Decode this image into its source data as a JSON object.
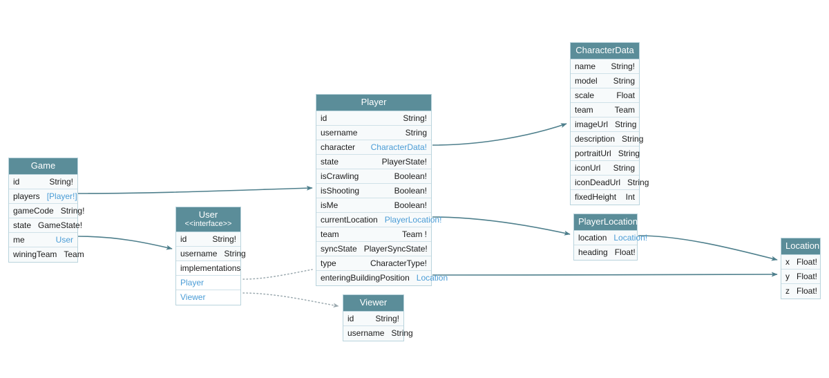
{
  "diagram": {
    "title": "GraphQL Schema Entity Diagram",
    "colors": {
      "header_bg": "#5b8d99",
      "header_text": "#ffffff",
      "row_bg": "#f7fafb",
      "border": "#b9d3dc",
      "link_text": "#4a9cd6",
      "edge_stroke": "#4e7f8c",
      "canvas_bg": "#ffffff"
    },
    "entities": [
      {
        "id": "game",
        "name": "Game",
        "stereotype": "",
        "fields": [
          {
            "name": "id",
            "type": "String!",
            "link": false
          },
          {
            "name": "players",
            "type": "[Player!]",
            "link": true
          },
          {
            "name": "gameCode",
            "type": "String!",
            "link": false
          },
          {
            "name": "state",
            "type": "GameState!",
            "link": false
          },
          {
            "name": "me",
            "type": "User",
            "link": true
          },
          {
            "name": "winingTeam",
            "type": "Team",
            "link": false
          }
        ]
      },
      {
        "id": "user",
        "name": "User",
        "stereotype": "<<interface>>",
        "fields": [
          {
            "name": "id",
            "type": "String!",
            "link": false
          },
          {
            "name": "username",
            "type": "String",
            "link": false
          }
        ],
        "implementations_label": "implementations",
        "implementations": [
          {
            "name": "Player"
          },
          {
            "name": "Viewer"
          }
        ]
      },
      {
        "id": "player",
        "name": "Player",
        "stereotype": "",
        "fields": [
          {
            "name": "id",
            "type": "String!",
            "link": false
          },
          {
            "name": "username",
            "type": "String",
            "link": false
          },
          {
            "name": "character",
            "type": "CharacterData!",
            "link": true
          },
          {
            "name": "state",
            "type": "PlayerState!",
            "link": false
          },
          {
            "name": "isCrawling",
            "type": "Boolean!",
            "link": false
          },
          {
            "name": "isShooting",
            "type": "Boolean!",
            "link": false
          },
          {
            "name": "isMe",
            "type": "Boolean!",
            "link": false
          },
          {
            "name": "currentLocation",
            "type": "PlayerLocation!",
            "link": true
          },
          {
            "name": "team",
            "type": "Team !",
            "link": false
          },
          {
            "name": "syncState",
            "type": "PlayerSyncState!",
            "link": false
          },
          {
            "name": "type",
            "type": "CharacterType!",
            "link": false
          },
          {
            "name": "enteringBuildingPosition",
            "type": "Location",
            "link": true
          }
        ]
      },
      {
        "id": "viewer",
        "name": "Viewer",
        "stereotype": "",
        "fields": [
          {
            "name": "id",
            "type": "String!",
            "link": false
          },
          {
            "name": "username",
            "type": "String",
            "link": false
          }
        ]
      },
      {
        "id": "characterdata",
        "name": "CharacterData",
        "stereotype": "",
        "fields": [
          {
            "name": "name",
            "type": "String!",
            "link": false
          },
          {
            "name": "model",
            "type": "String",
            "link": false
          },
          {
            "name": "scale",
            "type": "Float",
            "link": false
          },
          {
            "name": "team",
            "type": "Team",
            "link": false
          },
          {
            "name": "imageUrl",
            "type": "String",
            "link": false
          },
          {
            "name": "description",
            "type": "String",
            "link": false
          },
          {
            "name": "portraitUrl",
            "type": "String",
            "link": false
          },
          {
            "name": "iconUrl",
            "type": "String",
            "link": false
          },
          {
            "name": "iconDeadUrl",
            "type": "String",
            "link": false
          },
          {
            "name": "fixedHeight",
            "type": "Int",
            "link": false
          }
        ]
      },
      {
        "id": "playerlocation",
        "name": "PlayerLocation",
        "stereotype": "",
        "fields": [
          {
            "name": "location",
            "type": "Location!",
            "link": true
          },
          {
            "name": "heading",
            "type": "Float!",
            "link": false
          }
        ]
      },
      {
        "id": "location",
        "name": "Location",
        "stereotype": "",
        "fields": [
          {
            "name": "x",
            "type": "Float!",
            "link": false
          },
          {
            "name": "y",
            "type": "Float!",
            "link": false
          },
          {
            "name": "z",
            "type": "Float!",
            "link": false
          }
        ]
      }
    ],
    "edges": [
      {
        "id": "game-players-to-player",
        "from": "game.players",
        "to": "player",
        "style": "solid"
      },
      {
        "id": "game-me-to-user",
        "from": "game.me",
        "to": "user",
        "style": "solid"
      },
      {
        "id": "player-character-to-characterdata",
        "from": "player.character",
        "to": "characterdata",
        "style": "solid"
      },
      {
        "id": "player-currentlocation-to-playerlocation",
        "from": "player.currentLocation",
        "to": "playerlocation",
        "style": "solid"
      },
      {
        "id": "player-enteringbuilding-to-location",
        "from": "player.enteringBuildingPosition",
        "to": "location",
        "style": "solid"
      },
      {
        "id": "playerlocation-location-to-location",
        "from": "playerlocation.location",
        "to": "location",
        "style": "solid"
      },
      {
        "id": "user-impl-player",
        "from": "user.Player",
        "to": "player",
        "style": "dotted"
      },
      {
        "id": "user-impl-viewer",
        "from": "user.Viewer",
        "to": "viewer",
        "style": "dotted"
      }
    ]
  }
}
